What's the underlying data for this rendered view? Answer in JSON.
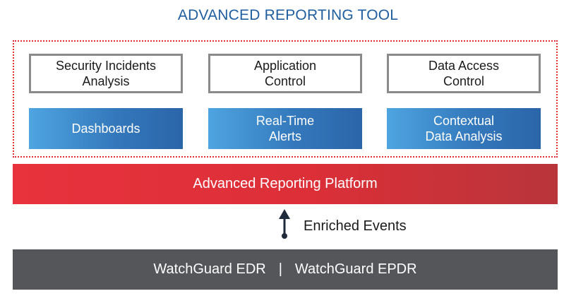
{
  "title": "ADVANCED REPORTING TOOL",
  "features": {
    "security_incidents": "Security Incidents\nAnalysis",
    "application_control": "Application\nControl",
    "data_access_control": "Data Access\nControl"
  },
  "outputs": {
    "dashboards": "Dashboards",
    "real_time_alerts": "Real-Time\nAlerts",
    "contextual_analysis": "Contextual\nData Analysis"
  },
  "platform": {
    "label": "Advanced Reporting Platform"
  },
  "flow": {
    "label": "Enriched Events"
  },
  "sources": {
    "edr": "WatchGuard EDR",
    "separator": "|",
    "epdr": "WatchGuard EPDR"
  },
  "colors": {
    "title": "#1f5fa0",
    "dotted_border": "#e0303a",
    "outline_border": "#8a8a8a",
    "blue_gradient_start": "#4ea5e0",
    "blue_gradient_end": "#2a65a8",
    "platform_red": "#e8323c",
    "base_gray": "#55565a",
    "arrow": "#1f2a3a"
  }
}
